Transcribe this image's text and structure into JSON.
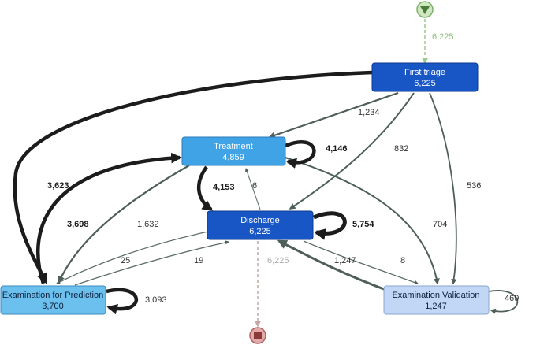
{
  "colors": {
    "dark_node": "#1756c4",
    "mid_node": "#3fa3e6",
    "pale_node": "#c2d7f5",
    "start_fill": "#cfe8c0",
    "start_stroke": "#7db069",
    "end_fill": "#e3aaaa",
    "end_stroke": "#b06464",
    "edge": "#4e5f5a",
    "edge_heavy": "#1c1c1c",
    "start_edge": "#9bca8a",
    "end_edge": "#c4a7a7"
  },
  "nodes": {
    "first_triage": {
      "name": "First triage",
      "count": "6,225"
    },
    "treatment": {
      "name": "Treatment",
      "count": "4,859"
    },
    "discharge": {
      "name": "Discharge",
      "count": "6,225"
    },
    "exam_prediction": {
      "name": "Examination for Prediction",
      "count": "3,700"
    },
    "exam_validation": {
      "name": "Examination Validation",
      "count": "1,247"
    }
  },
  "edges": {
    "start_to_triage": "6,225",
    "triage_to_treatment": "1,234",
    "triage_to_discharge": "832",
    "triage_to_validation": "536",
    "triage_to_prediction": "3,623",
    "treatment_loop": "4,146",
    "treatment_to_discharge": "4,153",
    "discharge_to_treatment": "6",
    "prediction_to_treatment": "3,698",
    "treatment_to_prediction": "1,632",
    "treatment_to_validation": "704",
    "discharge_loop": "5,754",
    "discharge_to_prediction": "25",
    "prediction_to_discharge": "19",
    "discharge_to_end": "6,225",
    "validation_to_discharge": "1,247",
    "discharge_to_validation": "8",
    "prediction_loop": "3,093",
    "validation_loop": "469"
  }
}
